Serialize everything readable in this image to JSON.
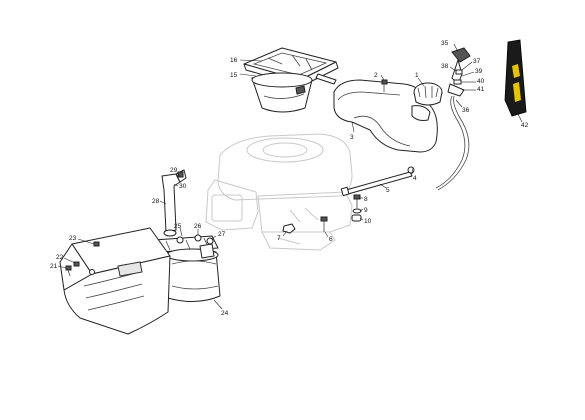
{
  "colors": {
    "line": "#222222",
    "ghost_engine": "#c9c9c9",
    "badge_bg": "#1a1a1a",
    "badge_accent": "#e8c400"
  },
  "badge_icon": "gear-wrench-icon",
  "callouts": [
    {
      "id": "1",
      "label": "1"
    },
    {
      "id": "2",
      "label": "2"
    },
    {
      "id": "3",
      "label": "3"
    },
    {
      "id": "4",
      "label": "4"
    },
    {
      "id": "5",
      "label": "5"
    },
    {
      "id": "6",
      "label": "6"
    },
    {
      "id": "7",
      "label": "7"
    },
    {
      "id": "8",
      "label": "8"
    },
    {
      "id": "9",
      "label": "9"
    },
    {
      "id": "10",
      "label": "10"
    },
    {
      "id": "15",
      "label": "15"
    },
    {
      "id": "16",
      "label": "16"
    },
    {
      "id": "21",
      "label": "21"
    },
    {
      "id": "22",
      "label": "22"
    },
    {
      "id": "23",
      "label": "23"
    },
    {
      "id": "24",
      "label": "24"
    },
    {
      "id": "25",
      "label": "25"
    },
    {
      "id": "26",
      "label": "26"
    },
    {
      "id": "27",
      "label": "27"
    },
    {
      "id": "28",
      "label": "28"
    },
    {
      "id": "29",
      "label": "29"
    },
    {
      "id": "30",
      "label": "30"
    },
    {
      "id": "35",
      "label": "35"
    },
    {
      "id": "36",
      "label": "36"
    },
    {
      "id": "37",
      "label": "37"
    },
    {
      "id": "38",
      "label": "38"
    },
    {
      "id": "39",
      "label": "39"
    },
    {
      "id": "40",
      "label": "40"
    },
    {
      "id": "41",
      "label": "41"
    },
    {
      "id": "42",
      "label": "42"
    }
  ]
}
